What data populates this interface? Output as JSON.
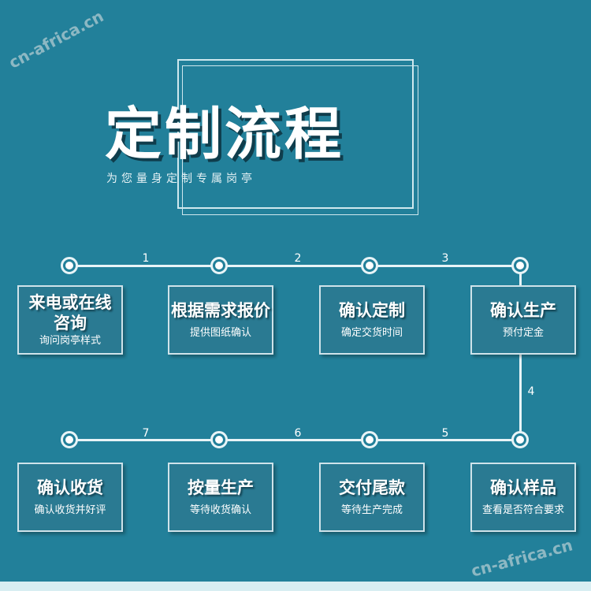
{
  "watermark": "cn-africa.cn",
  "header": {
    "title": "定制流程",
    "subtitle": "为您量身定制专属岗亭"
  },
  "steps": [
    {
      "title": "来电或在线咨询",
      "desc": "询问岗亭样式"
    },
    {
      "title": "根据需求报价",
      "desc": "提供图纸确认"
    },
    {
      "title": "确认定制",
      "desc": "确定交货时间"
    },
    {
      "title": "确认生产",
      "desc": "预付定金"
    },
    {
      "title": "确认样品",
      "desc": "查看是否符合要求"
    },
    {
      "title": "交付尾款",
      "desc": "等待生产完成"
    },
    {
      "title": "按量生产",
      "desc": "等待收货确认"
    },
    {
      "title": "确认收货",
      "desc": "确认收货并好评"
    }
  ],
  "connectors": [
    "1",
    "2",
    "3",
    "4",
    "5",
    "6",
    "7"
  ]
}
